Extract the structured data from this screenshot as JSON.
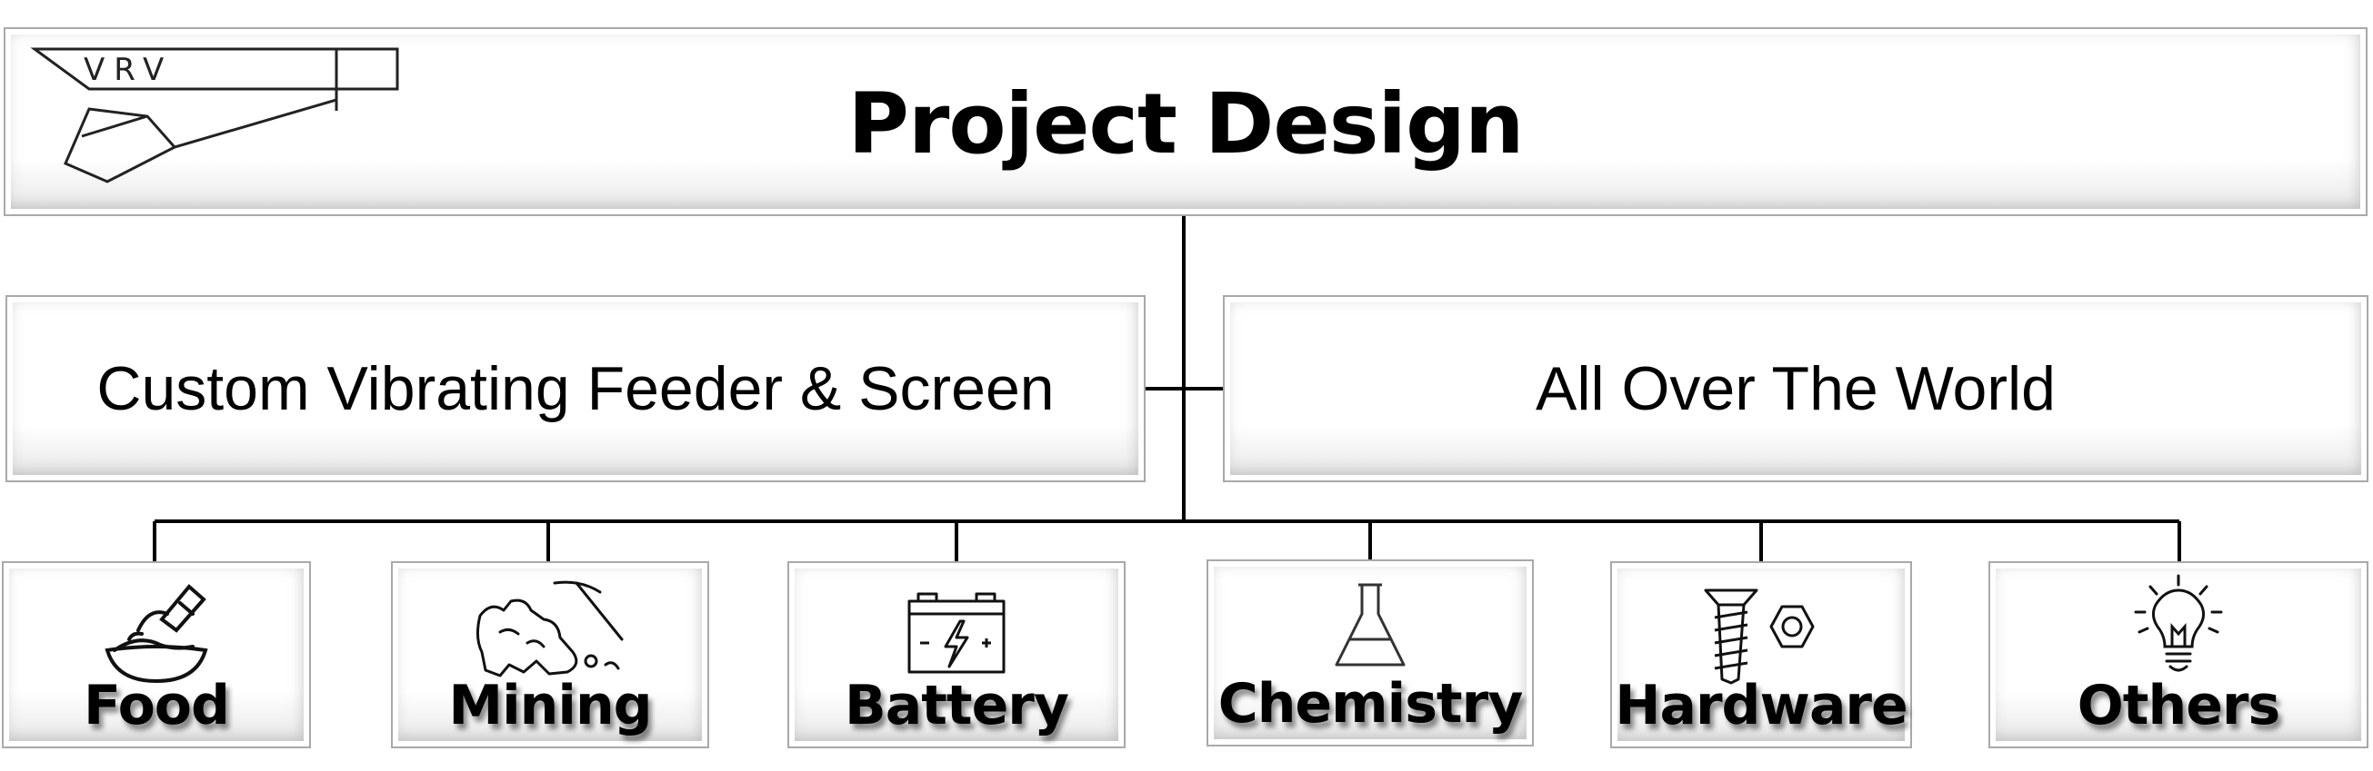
{
  "header": {
    "logo_text": "VRV",
    "title": "Project Design"
  },
  "middle": {
    "left": "Custom Vibrating Feeder & Screen",
    "right": "All Over The World"
  },
  "categories": [
    {
      "label": "Food",
      "icon": "food-bowl-icon"
    },
    {
      "label": "Mining",
      "icon": "mining-pickaxe-icon"
    },
    {
      "label": "Battery",
      "icon": "battery-icon"
    },
    {
      "label": "Chemistry",
      "icon": "flask-icon"
    },
    {
      "label": "Hardware",
      "icon": "screw-nut-icon"
    },
    {
      "label": "Others",
      "icon": "lightbulb-icon"
    }
  ]
}
